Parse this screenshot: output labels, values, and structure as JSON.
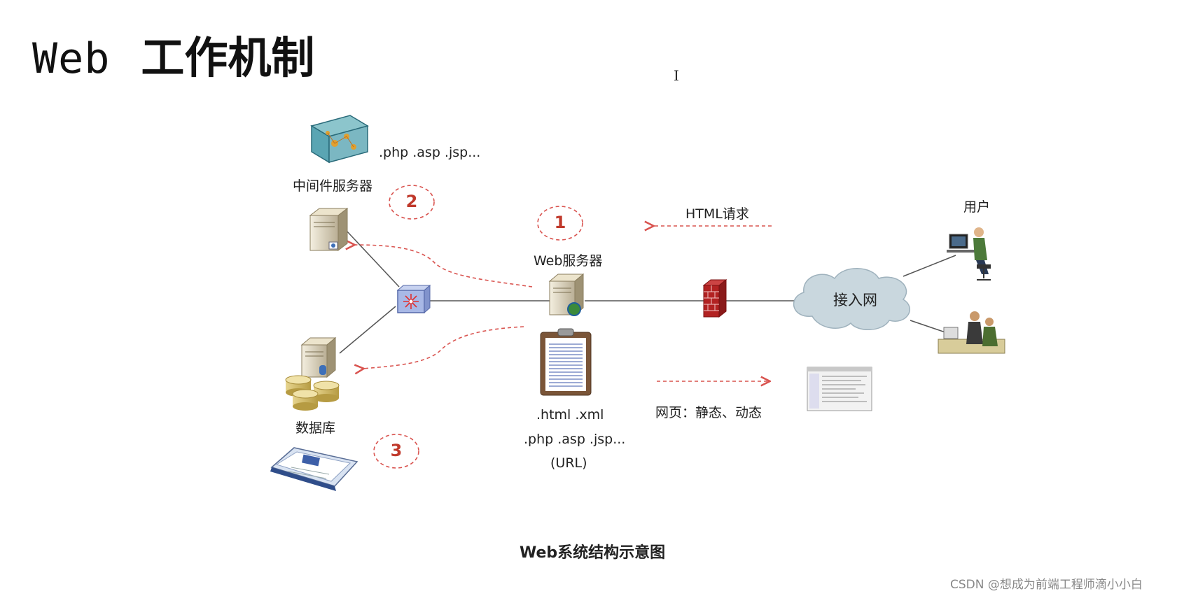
{
  "title": {
    "latin": "Web",
    "cjk": "工作机制"
  },
  "labels": {
    "middleware_ext": ".php  .asp .jsp...",
    "middleware_server": "中间件服务器",
    "web_server": "Web服务器",
    "html_request": "HTML请求",
    "user": "用户",
    "access_net": "接入网",
    "database": "数据库",
    "file_ext_1": ".html  .xml",
    "file_ext_2": ".php  .asp .jsp...",
    "file_ext_3": "(URL)",
    "webpage": "网页：静态、动态"
  },
  "steps": [
    "1",
    "2",
    "3"
  ],
  "caption": "Web系统结构示意图",
  "watermark": "CSDN @想成为前端工程师滴小小白",
  "colors": {
    "arrow": "#d9534f",
    "circle": "#d9534f",
    "line": "#444444",
    "cloud": "#c9d7de",
    "firewall": "#b22222"
  }
}
